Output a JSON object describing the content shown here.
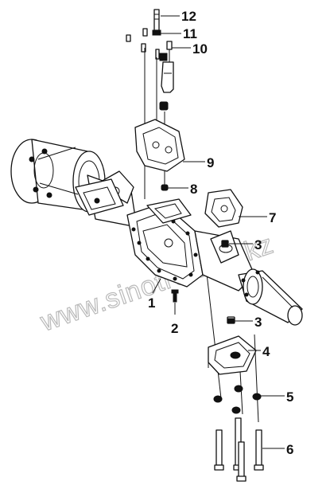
{
  "watermark": "www.sinotruk.co.kz",
  "callouts": [
    {
      "id": "1",
      "label": "1"
    },
    {
      "id": "2",
      "label": "2"
    },
    {
      "id": "3a",
      "label": "3"
    },
    {
      "id": "3b",
      "label": "3"
    },
    {
      "id": "4",
      "label": "4"
    },
    {
      "id": "5",
      "label": "5"
    },
    {
      "id": "6",
      "label": "6"
    },
    {
      "id": "7",
      "label": "7"
    },
    {
      "id": "8",
      "label": "8"
    },
    {
      "id": "9",
      "label": "9"
    },
    {
      "id": "10",
      "label": "10"
    },
    {
      "id": "11",
      "label": "11"
    },
    {
      "id": "12",
      "label": "12"
    }
  ]
}
